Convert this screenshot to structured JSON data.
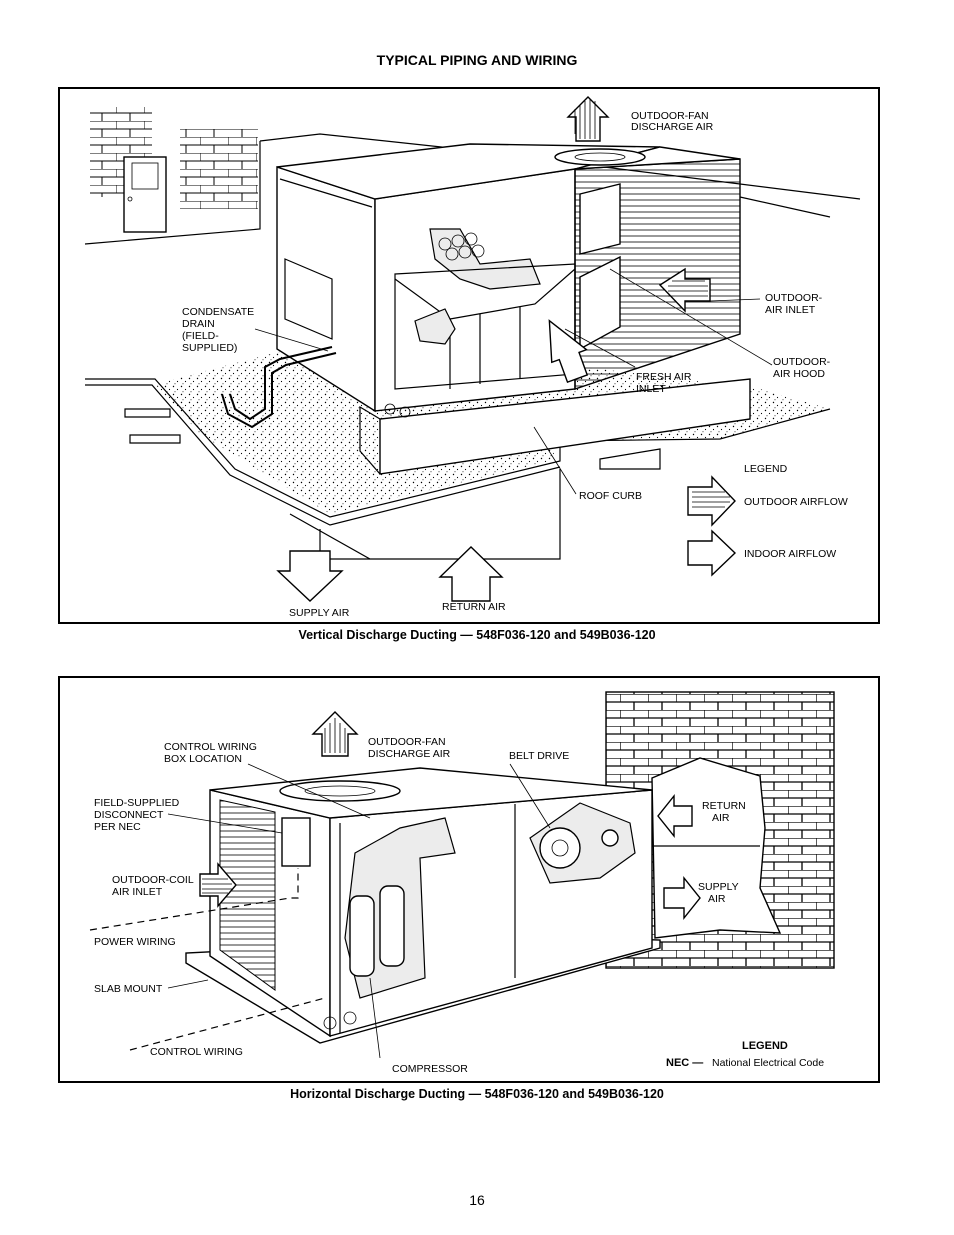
{
  "page": {
    "title": "TYPICAL PIPING AND WIRING",
    "page_number": "16"
  },
  "figure1": {
    "caption": "Vertical Discharge Ducting — 548F036-120 and 549B036-120",
    "labels": {
      "outdoor_fan_1": "OUTDOOR-FAN",
      "outdoor_fan_2": "DISCHARGE AIR",
      "condensate_1": "CONDENSATE",
      "condensate_2": "DRAIN",
      "condensate_3": "(FIELD-",
      "condensate_4": "SUPPLIED)",
      "outdoor_inlet_1": "OUTDOOR-",
      "outdoor_inlet_2": "AIR INLET",
      "outdoor_hood_1": "OUTDOOR-",
      "outdoor_hood_2": "AIR HOOD",
      "fresh_air_1": "FRESH AIR",
      "fresh_air_2": "INLET",
      "roof_curb": "ROOF CURB",
      "supply_air": "SUPPLY AIR",
      "return_air": "RETURN AIR"
    },
    "legend": {
      "title": "LEGEND",
      "outdoor_airflow": "OUTDOOR AIRFLOW",
      "indoor_airflow": "INDOOR AIRFLOW"
    }
  },
  "figure2": {
    "caption": "Horizontal Discharge Ducting — 548F036-120 and 549B036-120",
    "labels": {
      "control_box_1": "CONTROL WIRING",
      "control_box_2": "BOX LOCATION",
      "outdoor_fan_1": "OUTDOOR-FAN",
      "outdoor_fan_2": "DISCHARGE AIR",
      "belt_drive": "BELT DRIVE",
      "disconnect_1": "FIELD-SUPPLIED",
      "disconnect_2": "DISCONNECT",
      "disconnect_3": "PER NEC",
      "return_air_1": "RETURN",
      "return_air_2": "AIR",
      "coil_inlet_1": "OUTDOOR-COIL",
      "coil_inlet_2": "AIR INLET",
      "supply_air_1": "SUPPLY",
      "supply_air_2": "AIR",
      "power_wiring": "POWER WIRING",
      "slab_mount": "SLAB MOUNT",
      "control_wiring": "CONTROL WIRING",
      "compressor": "COMPRESSOR"
    },
    "legend": {
      "title": "LEGEND",
      "nec_abbr": "NEC —",
      "nec_text": "National Electrical Code"
    }
  }
}
